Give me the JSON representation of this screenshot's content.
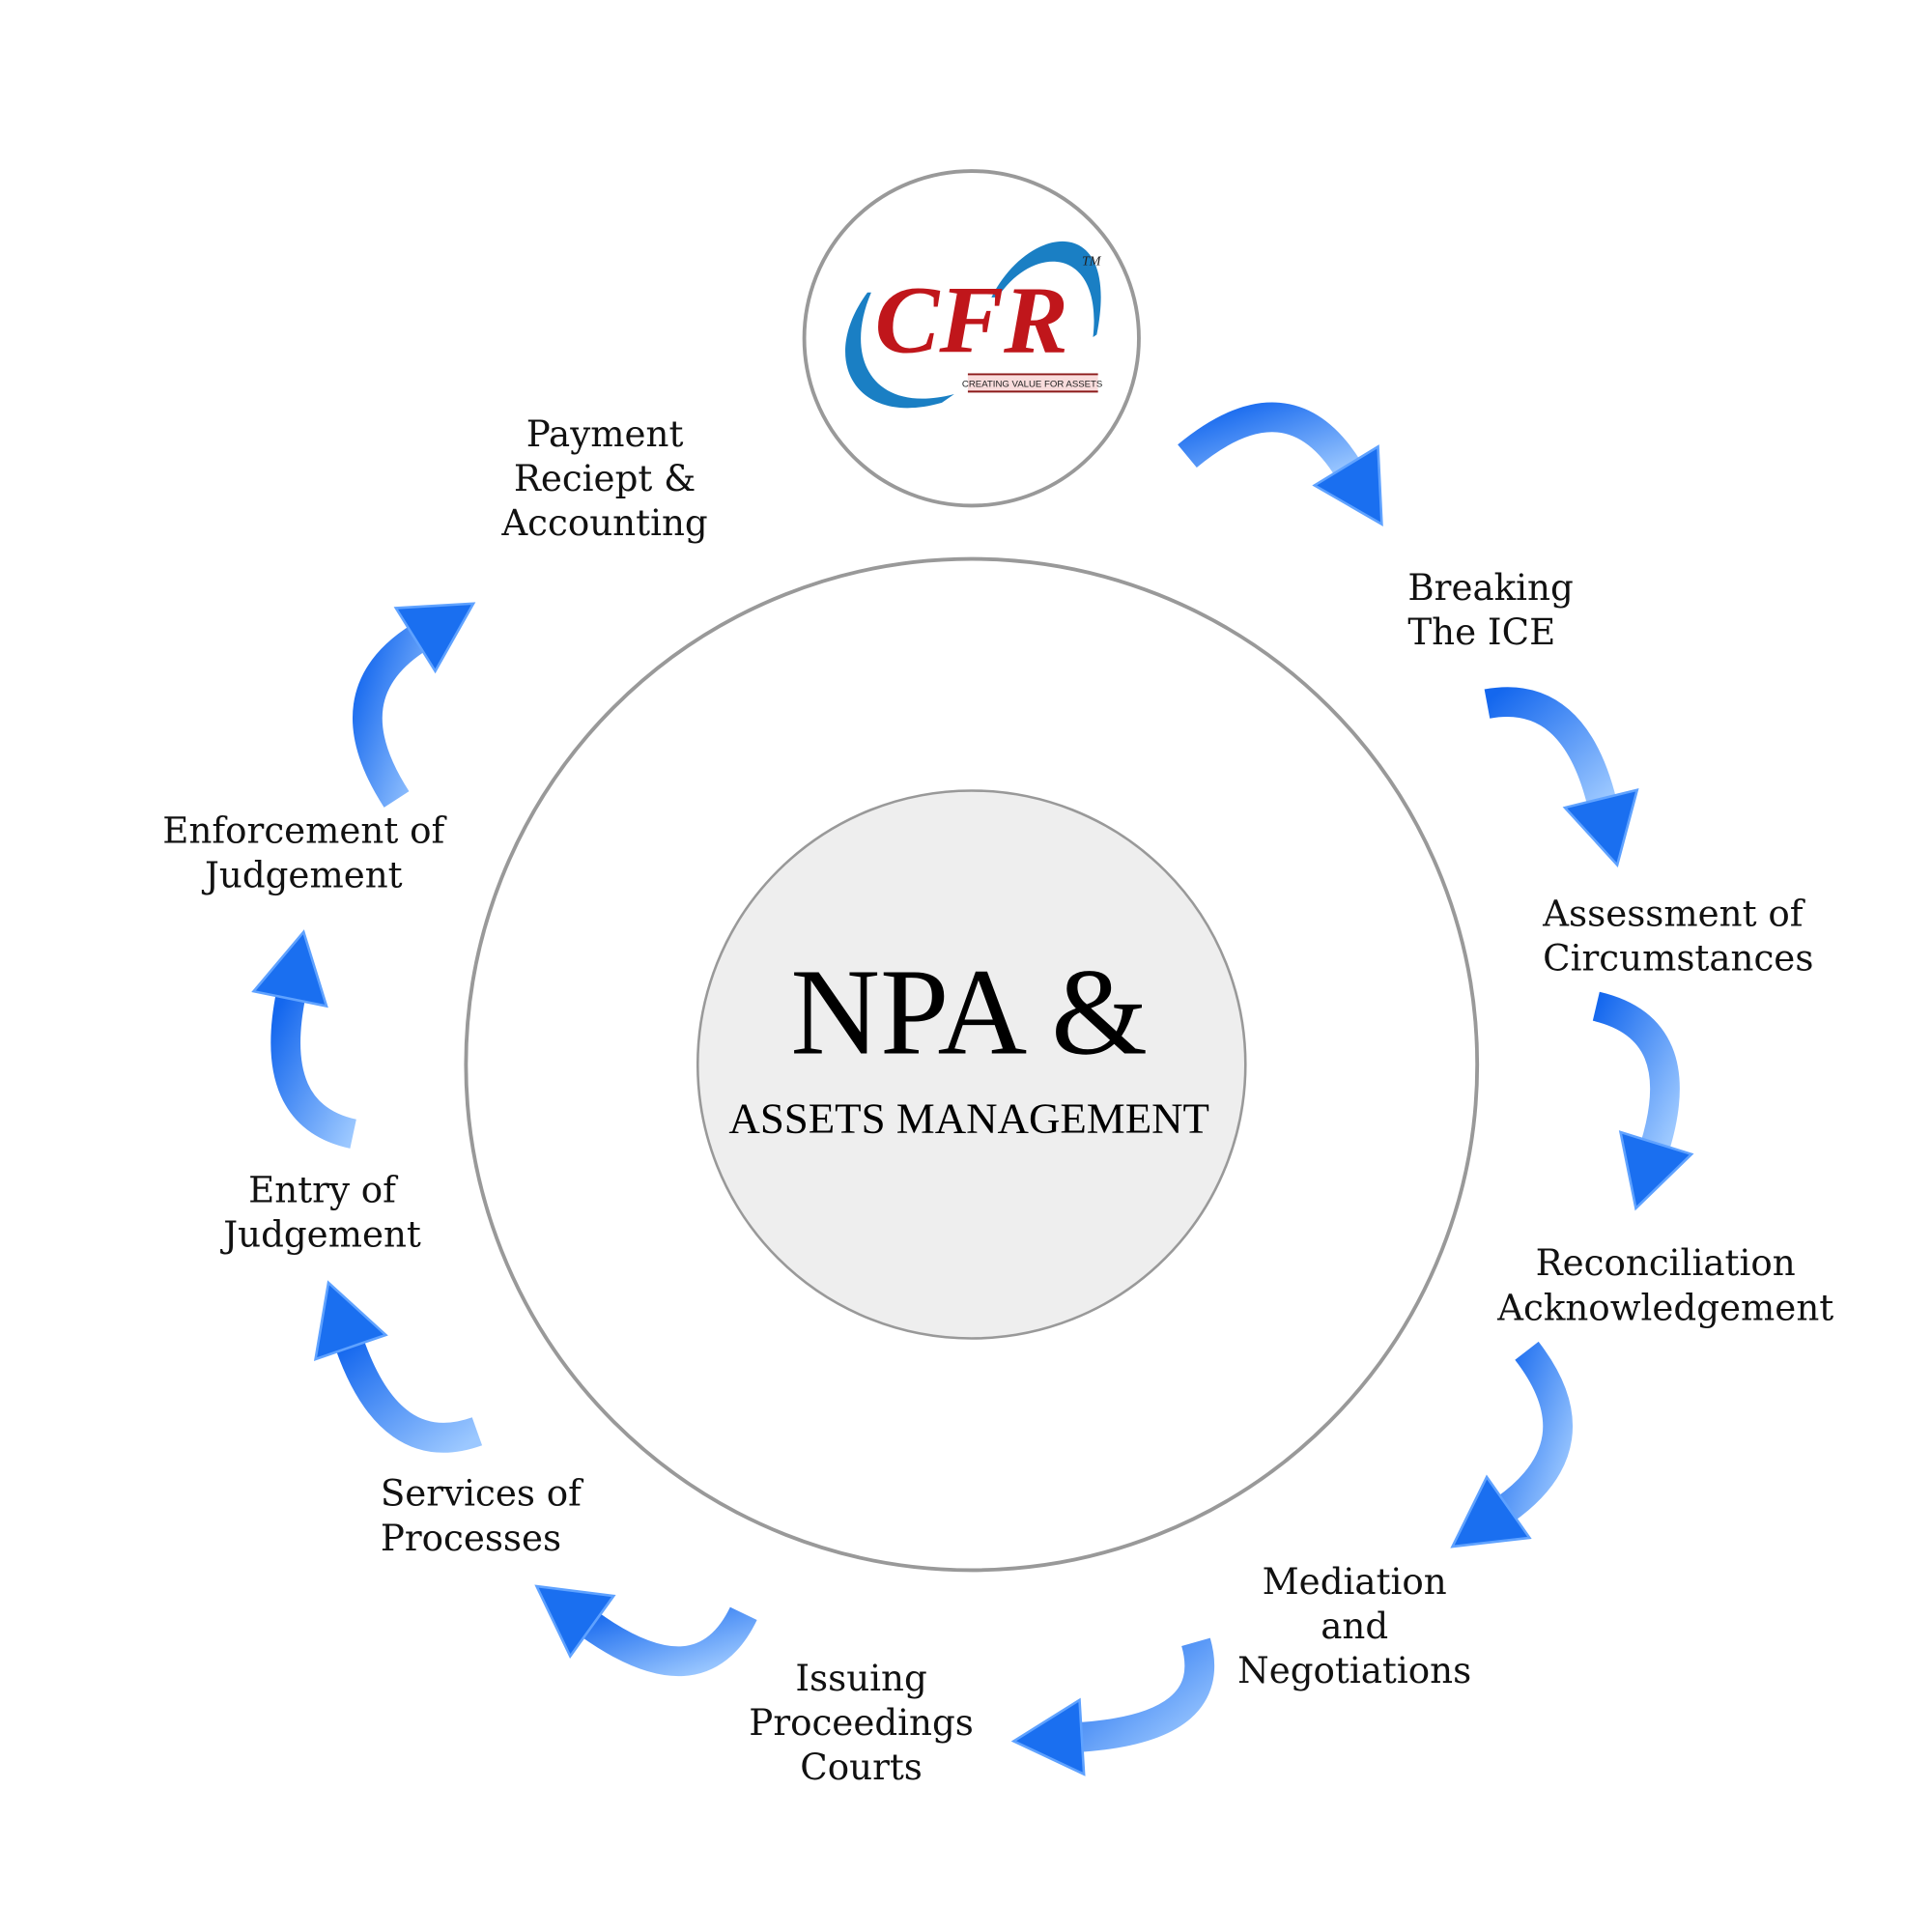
{
  "logo": {
    "brand": "CFR",
    "trademark": "TM",
    "tagline": "CREATING VALUE FOR ASSETS"
  },
  "center": {
    "title": "NPA &",
    "subtitle": "ASSETS MANAGEMENT"
  },
  "steps": [
    {
      "lines": [
        "Breaking",
        "The ICE"
      ]
    },
    {
      "lines": [
        "Assessment of",
        "Circumstances"
      ]
    },
    {
      "lines": [
        "Reconciliation",
        "Acknowledgement"
      ]
    },
    {
      "lines": [
        "Mediation",
        "and",
        "Negotiations"
      ]
    },
    {
      "lines": [
        "Issuing",
        "Proceedings",
        "Courts"
      ]
    },
    {
      "lines": [
        "Services of",
        "Processes"
      ]
    },
    {
      "lines": [
        "Entry of",
        "Judgement"
      ]
    },
    {
      "lines": [
        "Enforcement of",
        "Judgement"
      ]
    },
    {
      "lines": [
        "Payment",
        "Reciept &",
        "Accounting"
      ]
    }
  ],
  "colors": {
    "arrow_dark": "#1467ee",
    "arrow_light": "#9cc8ff",
    "ring": "#999999",
    "inner_fill": "#eeeeee",
    "logo_red": "#c0161b",
    "logo_blue": "#1a7fc4"
  }
}
